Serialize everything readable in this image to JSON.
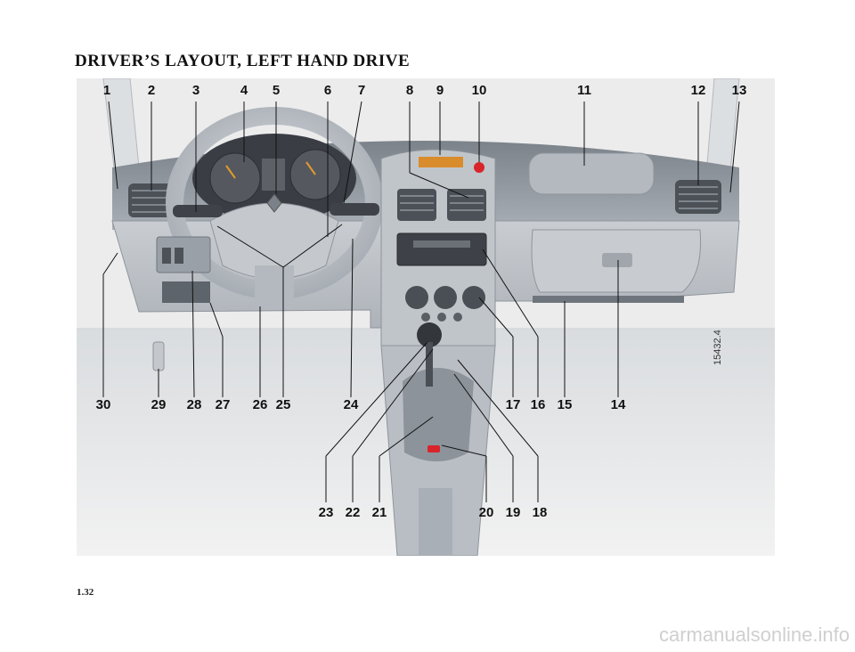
{
  "page": {
    "title": "DRIVER’S LAYOUT, LEFT HAND DRIVE",
    "page_number": "1.32",
    "reference_code": "15432.4",
    "watermark": "carmanualsonline.info"
  },
  "callouts_top": [
    "1",
    "2",
    "3",
    "4",
    "5",
    "6",
    "7",
    "8",
    "9",
    "10",
    "11",
    "12",
    "13"
  ],
  "callouts_middle": [
    "30",
    "29",
    "28",
    "27",
    "26",
    "25",
    "24",
    "17",
    "16",
    "15",
    "14"
  ],
  "callouts_bottom": [
    "23",
    "22",
    "21",
    "20",
    "19",
    "18"
  ],
  "colors": {
    "dashboard": "#b9bec4",
    "dashboard_dark": "#8a9098",
    "background": "#ececec",
    "display_orange": "#d98c2c",
    "hazard_red": "#d8242a",
    "leader_line": "#111111"
  }
}
